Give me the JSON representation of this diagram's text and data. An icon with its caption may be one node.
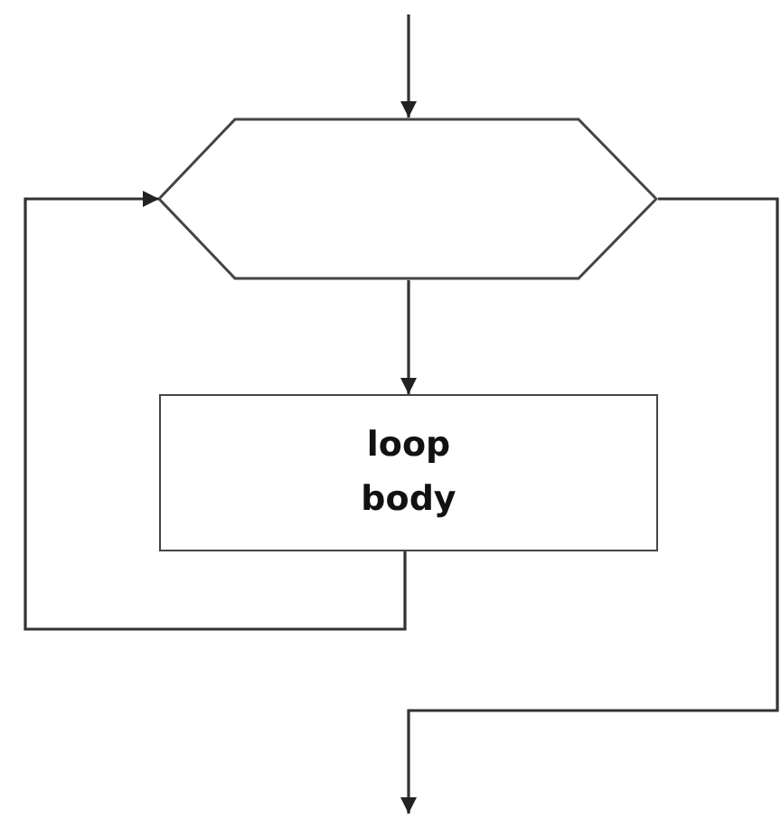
{
  "diagram": {
    "nodes": [
      {
        "text": [],
        "shape": "hexagon"
      },
      {
        "text": [
          "loop body"
        ]
      }
    ],
    "edges": [
      {
        "from": null,
        "to": 0,
        "arrow": "to"
      },
      {
        "from": 0,
        "to": 1,
        "arrow": "to"
      },
      {
        "from": 1,
        "to": 0,
        "arrow": "to"
      },
      {
        "from": 0,
        "to": null,
        "arrow": "to"
      }
    ]
  }
}
